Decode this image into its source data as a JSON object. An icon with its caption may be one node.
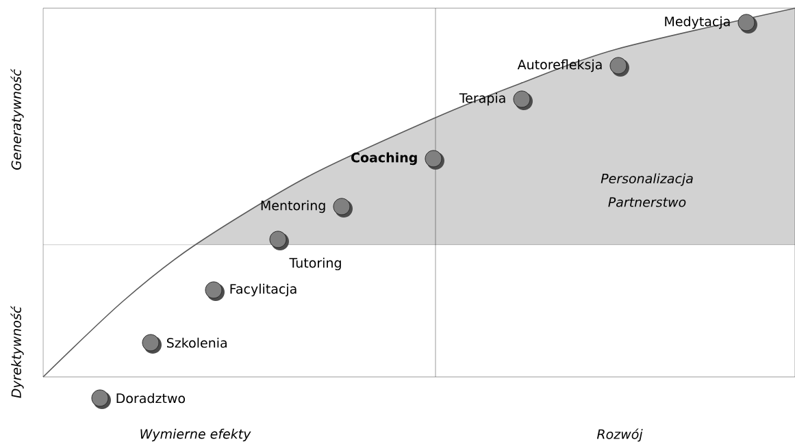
{
  "diagram": {
    "nodes": [
      {
        "text": [],
        "shape": "circle",
        "beside": [
          "Medytacja"
        ]
      },
      {
        "text": [],
        "shape": "circle",
        "beside": [
          "Autorefleksja"
        ]
      },
      {
        "text": [],
        "shape": "circle",
        "beside": [
          "Terapia"
        ]
      },
      {
        "text": [],
        "shape": "circle",
        "beside": [
          "**Coaching**"
        ]
      },
      {
        "text": [],
        "shape": "circle",
        "beside": [
          "Mentoring"
        ]
      },
      {
        "text": [],
        "shape": "circle",
        "beside": [
          "Tutoring"
        ]
      },
      {
        "text": [],
        "shape": "circle",
        "beside": [
          "Facylitacja"
        ]
      },
      {
        "text": [],
        "shape": "circle",
        "beside": [
          "Szkolenia"
        ]
      },
      {
        "text": [],
        "shape": "circle",
        "beside": [
          "Doradztwo"
        ]
      }
    ],
    "edges": [],
    "labels": [
      "Generatywność",
      "Personalizacja Partnerstwo",
      "Dyrektywność",
      "Wymierne efekty",
      "Rozwój"
    ]
  }
}
